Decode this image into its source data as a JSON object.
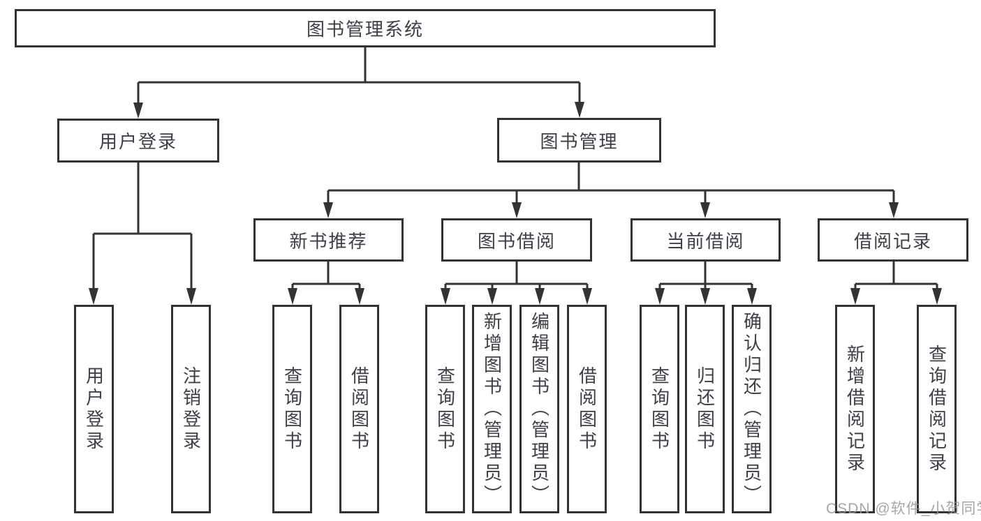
{
  "watermark": "CSDN @软件_小贺同学",
  "colors": {
    "line": "#333333",
    "box_border": "#333333",
    "box_text": "#3d4046",
    "watermark": "#969696",
    "background": "#ffffff"
  },
  "tree": {
    "root": {
      "label": "图书管理系统",
      "children": [
        {
          "label": "用户登录",
          "children": [
            {
              "label": "用户登录"
            },
            {
              "label": "注销登录"
            }
          ]
        },
        {
          "label": "图书管理",
          "children": [
            {
              "label": "新书推荐",
              "children": [
                {
                  "label": "查询图书"
                },
                {
                  "label": "借阅图书"
                }
              ]
            },
            {
              "label": "图书借阅",
              "children": [
                {
                  "label": "查询图书"
                },
                {
                  "label": "新增图书（管理员）"
                },
                {
                  "label": "编辑图书（管理员）"
                },
                {
                  "label": "借阅图书"
                }
              ]
            },
            {
              "label": "当前借阅",
              "children": [
                {
                  "label": "查询图书"
                },
                {
                  "label": "归还图书"
                },
                {
                  "label": "确认归还（管理员）"
                }
              ]
            },
            {
              "label": "借阅记录",
              "children": [
                {
                  "label": "新增借阅记录"
                },
                {
                  "label": "查询借阅记录"
                }
              ]
            }
          ]
        }
      ]
    }
  }
}
